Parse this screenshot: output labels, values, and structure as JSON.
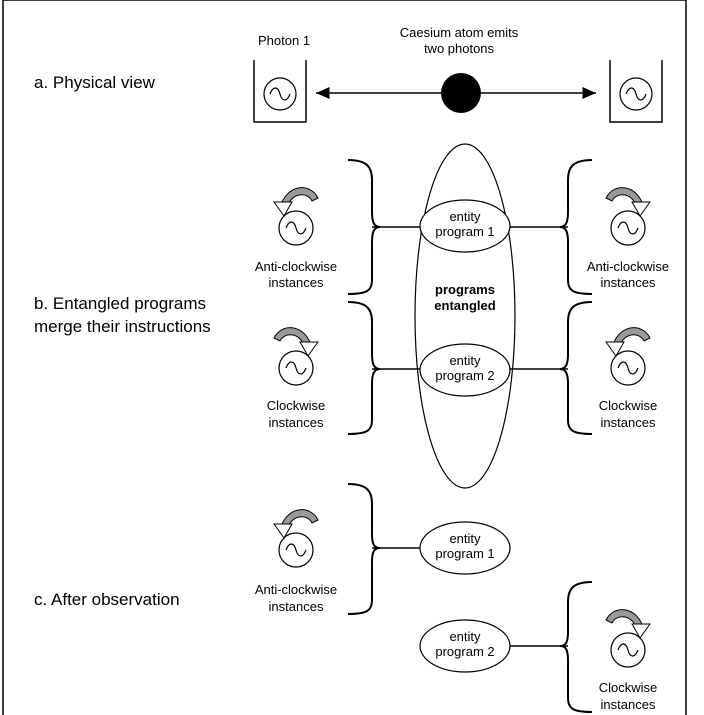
{
  "section_a": {
    "label": "a. Physical view",
    "photon_label": "Photon 1",
    "atom_label_line1": "Caesium atom emits",
    "atom_label_line2": "two photons"
  },
  "section_b": {
    "label_line1": "b. Entangled programs",
    "label_line2": "merge their instructions",
    "entangled_line1": "programs",
    "entangled_line2": "entangled",
    "entity1_line1": "entity",
    "entity1_line2": "program 1",
    "entity2_line1": "entity",
    "entity2_line2": "program 2",
    "anticlockwise_line1": "Anti-clockwise",
    "clockwise_line1": "Clockwise",
    "instances": "instances"
  },
  "section_c": {
    "label": "c. After observation",
    "entity1_line1": "entity",
    "entity1_line2": "program 1",
    "entity2_line1": "entity",
    "entity2_line2": "program 2",
    "anticlockwise_line1": "Anti-clockwise",
    "clockwise_line1": "Clockwise",
    "instances": "instances"
  },
  "colors": {
    "arrow_fill": "#999999",
    "line": "#000000"
  },
  "icons": [
    "wave-circle-icon",
    "rotation-arrow-icon",
    "atom-icon",
    "double-arrow-icon",
    "curly-brace-icon"
  ]
}
